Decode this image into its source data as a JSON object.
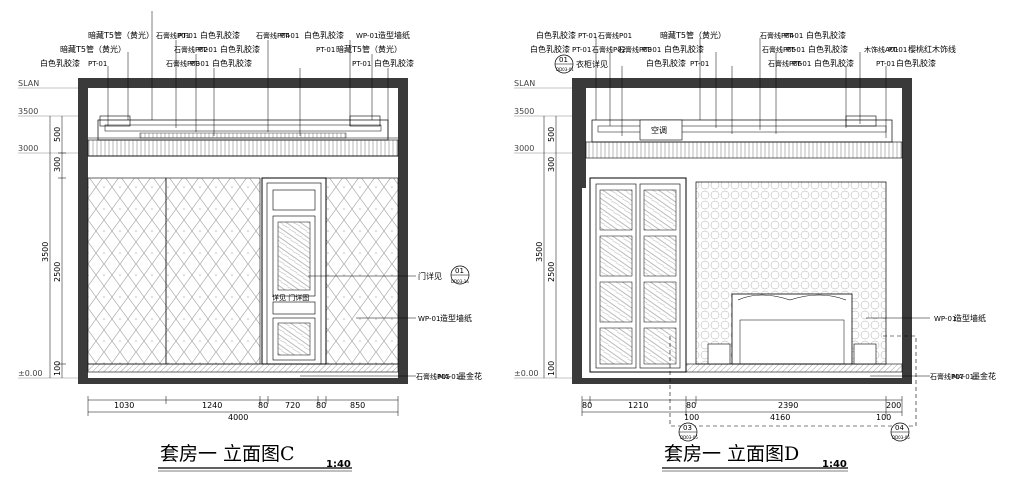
{
  "drawing_c": {
    "title": "套房一 立面图C",
    "scale": "1:40",
    "labels_top": {
      "l1": "暗藏T5管（黄光）",
      "l2": "暗藏T5管（黄光）",
      "l3": "白色乳胶漆",
      "l3_code": "PT-01",
      "m1_code": "石膏线P01",
      "m1_text": "白色乳胶漆",
      "m1_pt": "PT-01",
      "m2_code": "石膏线P02",
      "m2_text": "白色乳胶漆",
      "m2_pt": "PT-01",
      "m3_code": "石膏线P03",
      "m3_text": "白色乳胶漆",
      "m3_pt": "PT-01",
      "r1_code": "石膏线P04",
      "r1_text": "白色乳胶漆",
      "r1_pt": "PT-01",
      "r2_code": "WP-01",
      "r2_text": "造型墙纸",
      "r3_code": "PT-01",
      "r3_text": "暗藏T5管（黄光）",
      "r4_code": "PT-01",
      "r4_text": "白色乳胶漆"
    },
    "side_labels": {
      "door_text": "门详见",
      "door_ref_top": "01",
      "door_ref_bottom": "DD03-1a",
      "wp_code": "WP-01",
      "wp_text": "造型墙纸",
      "base_code": "石膏线P05",
      "base_mat": "MA-01",
      "base_text": "墨金花"
    },
    "levels": [
      "SLAN",
      "3500",
      "3000",
      "±0.00"
    ],
    "v_dims": [
      "500",
      "300",
      "2500",
      "3500",
      "100"
    ],
    "h_dims": [
      "1030",
      "1240",
      "80",
      "720",
      "80",
      "850"
    ],
    "h_total": "4000",
    "door_center_text": "详见 门详图"
  },
  "drawing_d": {
    "title": "套房一 立面图D",
    "scale": "1:40",
    "labels_top": {
      "a1_text": "白色乳胶漆",
      "a1_pt": "PT-01",
      "a1_code": "石膏线P01",
      "a2_text": "白色乳胶漆",
      "a2_pt": "PT-01",
      "a2_code": "石膏线P02",
      "a3_text": "衣柜详见",
      "a3_ref_top": "01",
      "a3_ref_bottom": "DD03-01",
      "b1_text": "暗藏T5管（黄光）",
      "b2_code": "石膏线P03",
      "b2_text": "白色乳胶漆",
      "b2_pt": "PT-01",
      "b3_text": "白色乳胶漆",
      "b3_pt": "PT-01",
      "c1_code": "石膏线P04",
      "c1_text": "白色乳胶漆",
      "c1_pt": "PT-01",
      "c2_code": "石膏线P05",
      "c2_text": "白色乳胶漆",
      "c2_pt": "PT-01",
      "c3_code": "木饰线A01",
      "c3_text": "樱桃红木饰线",
      "c3_pt": "PT-01",
      "c4_code": "石膏线P06",
      "c4_text": "白色乳胶漆",
      "c4_pt": "PT-01",
      "c5_code": "PT-01",
      "c5_text": "白色乳胶漆"
    },
    "ac_label": "空调",
    "side_labels": {
      "wp_code": "WP-01",
      "wp_text": "造型墙纸",
      "base_code": "石膏线P07",
      "base_mat": "MA-01",
      "base_text": "墨金花"
    },
    "levels": [
      "SLAN",
      "3500",
      "3000",
      "±0.00"
    ],
    "v_dims": [
      "500",
      "300",
      "2500",
      "3500",
      "100"
    ],
    "h_dims": [
      "80",
      "1210",
      "80",
      "2390",
      "200"
    ],
    "h_dims_row2": [
      "100",
      "4160",
      "100"
    ],
    "ref_03_top": "03",
    "ref_03_bottom": "DD03-05",
    "ref_04_top": "04",
    "ref_04_bottom": "DD03-05"
  }
}
